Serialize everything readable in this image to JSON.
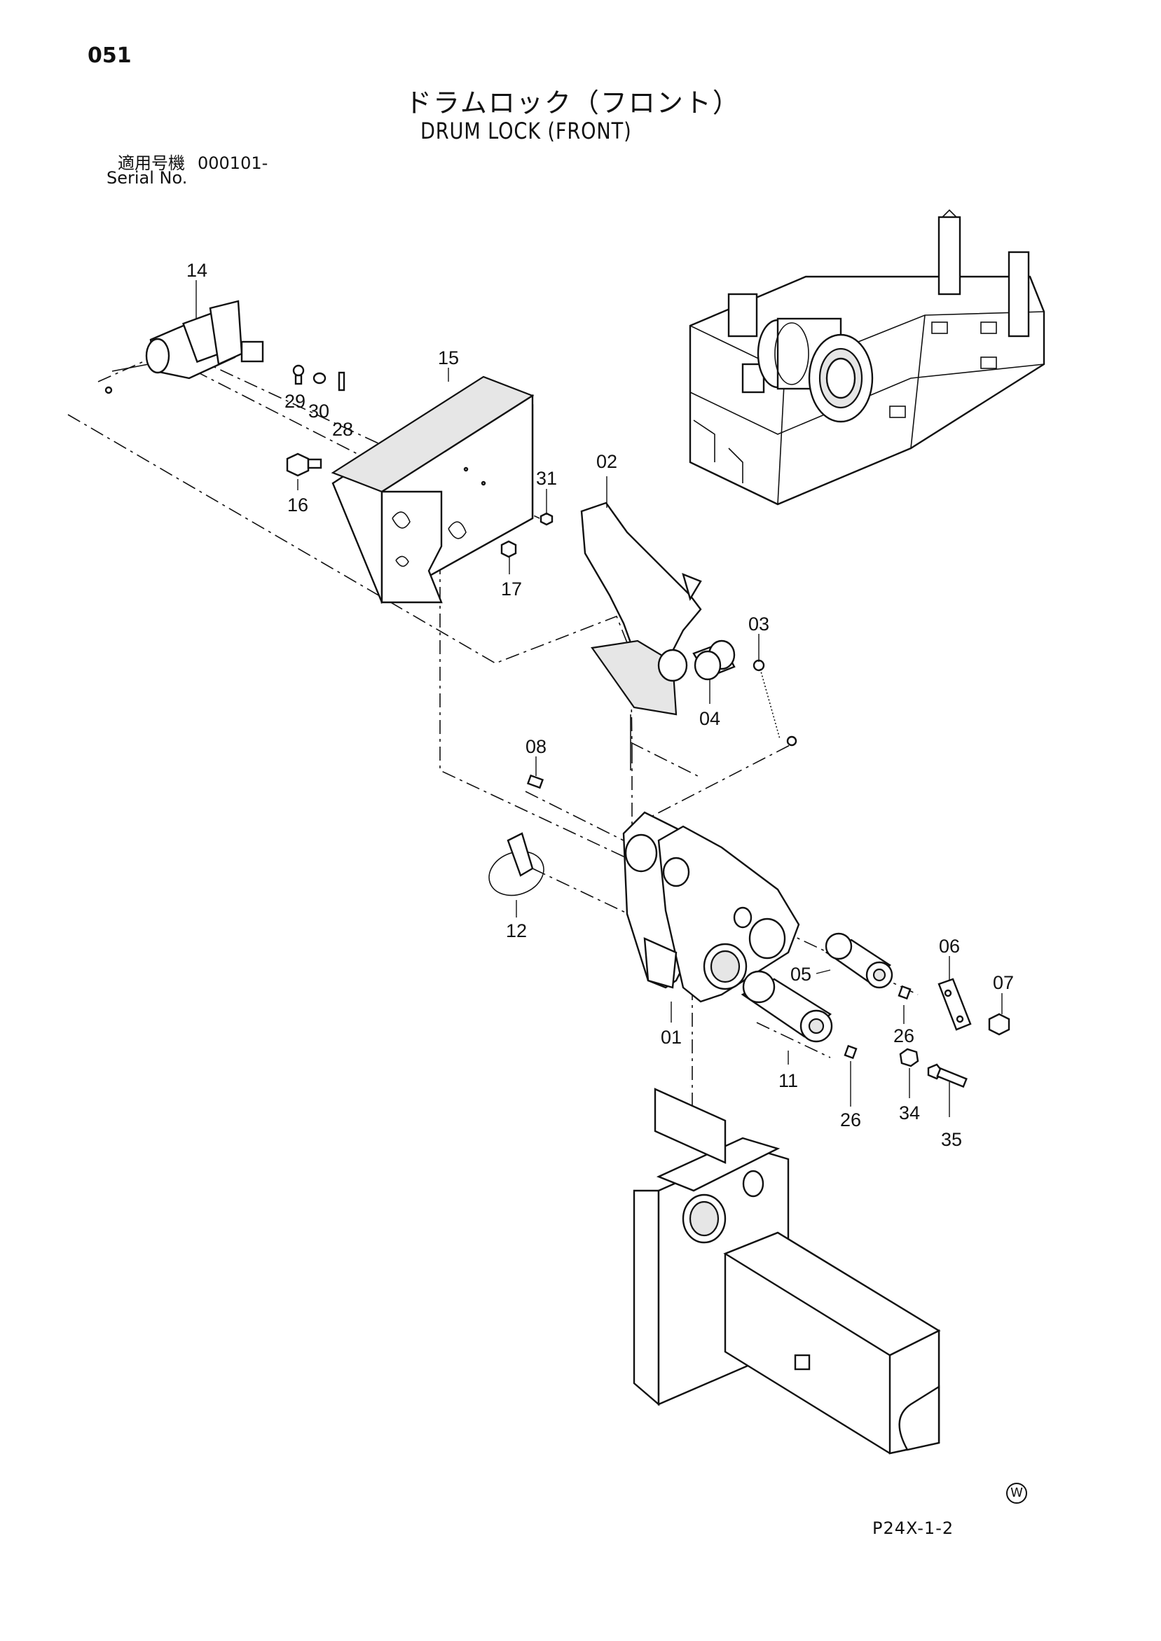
{
  "header": {
    "page_number": "051",
    "title_jp": "ドラムロック（フロント）",
    "title_en": "DRUM LOCK (FRONT)",
    "serial_label_jp": "適用号機",
    "serial_value": "000101-",
    "serial_label_en": "Serial No."
  },
  "callouts": {
    "c01": "01",
    "c02": "02",
    "c03": "03",
    "c04": "04",
    "c05": "05",
    "c06": "06",
    "c07": "07",
    "c08": "08",
    "c11": "11",
    "c12": "12",
    "c14": "14",
    "c15": "15",
    "c16": "16",
    "c17": "17",
    "c26a": "26",
    "c26b": "26",
    "c28": "28",
    "c29": "29",
    "c30": "30",
    "c31": "31",
    "c34": "34",
    "c35": "35"
  },
  "footer": {
    "mark": "W",
    "reference_code": "P24X-1-2"
  }
}
